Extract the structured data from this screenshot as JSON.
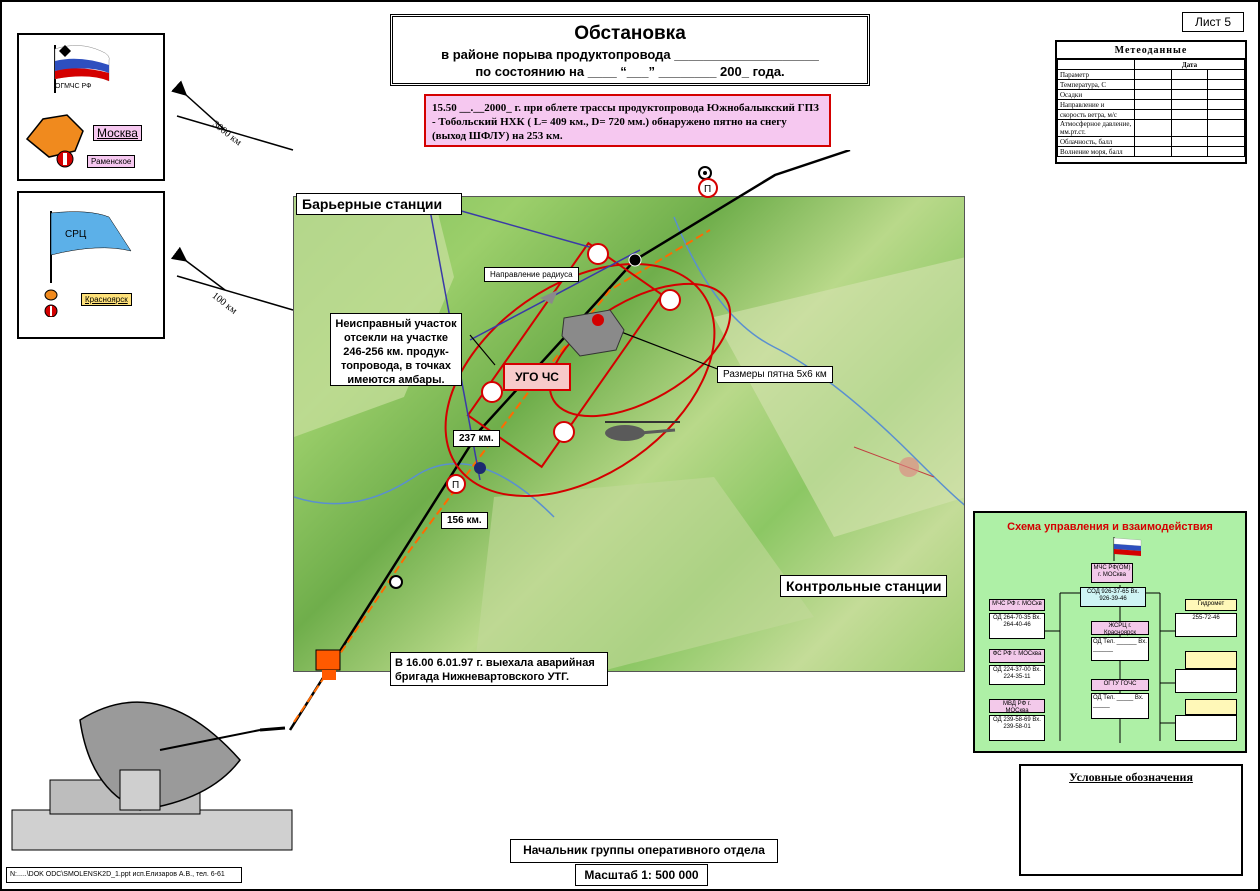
{
  "sheet_label": "Лист 5",
  "title": {
    "main": "Обстановка",
    "line1": "в районе порыва продуктопровода ____________________",
    "line2": "по  состоянию  на ____ “___” ________ 200_ года."
  },
  "event_text": "15.50 __.__2000_ г. при облете трассы продуктопровода Южнобалыкский ГПЗ - Тобольский НХК ( L= 409 км., D= 720 мм.) обнаружено пятно на снегу (выход ШФЛУ) на 253 км.",
  "meteo": {
    "title": "Метеоданные",
    "date_label": "Дата",
    "rows": [
      "Параметр",
      "Температура, С",
      "Осадки",
      "Направление и",
      "скорость ветра, м/с",
      "Атмосферное давление, мм.рт.ст.",
      "Облачность, балл",
      "Волнение моря, балл"
    ]
  },
  "left_panel_1": {
    "org_label": "ОГМЧС РФ",
    "city1": "Москва",
    "city2": "Раменское",
    "distance": "3000 км"
  },
  "left_panel_2": {
    "flag_label": "СРЦ",
    "city": "Красноярск",
    "distance": "100 км"
  },
  "map_labels": {
    "barrier_stations": "Барьерные станции",
    "radius_direction": "Направление радиуса",
    "faulty_section": "Неисправный участок отсекли на участке 246-256 км. продук-топровода, в точках имеются амбары.",
    "ugo": "УГО ЧС",
    "spot_size": "Размеры пятна 5х6 км",
    "km237": "237 км.",
    "km156": "156 км.",
    "control_stations": "Контрольные станции",
    "brigade": "В 16.00 6.01.97 г. выехала аварийная бригада Нижневартовского УТГ.",
    "marker_p": "П"
  },
  "scheme": {
    "title": "Схема управления и взаимодействия",
    "boxes": [
      "МЧС РФ(ОМ) г. МОСква",
      "СОД 926-37-65 Вх. 926-39-46",
      "МЧС РФ г. МОСкв",
      "ОД 264-70-35 Вх. 264-40-46",
      "ЖСРЦ г. Красноярск",
      "ОД Тел. ______ Вх. ______",
      "Гидромет",
      "255-72-46",
      "ФС РФ г. МОСква",
      "ОД 224-37-00 Вх. 224-35-11",
      "ОГТУ ГОЧС",
      "ОД Тел. _____ Вх. _____",
      "МВД РФ г. МОСква",
      "ОД 239-58-69 Вх. 239-58-01"
    ]
  },
  "legend_title": "Условные обозначения",
  "footer": {
    "chief": "Начальник группы оперативного отдела",
    "scale": "Масштаб 1: 500 000"
  },
  "file_info": "N:.....\\DOK ODC\\SMOLENSK2D_1.ppt исп.Елизаров А.В., тел. 6-61",
  "colors": {
    "accent_red": "#d40000",
    "event_bg": "#f6c8f0",
    "scheme_bg": "#aef0a6",
    "map_green": "#8cc764",
    "barrier_blue": "#3a3aa8"
  }
}
